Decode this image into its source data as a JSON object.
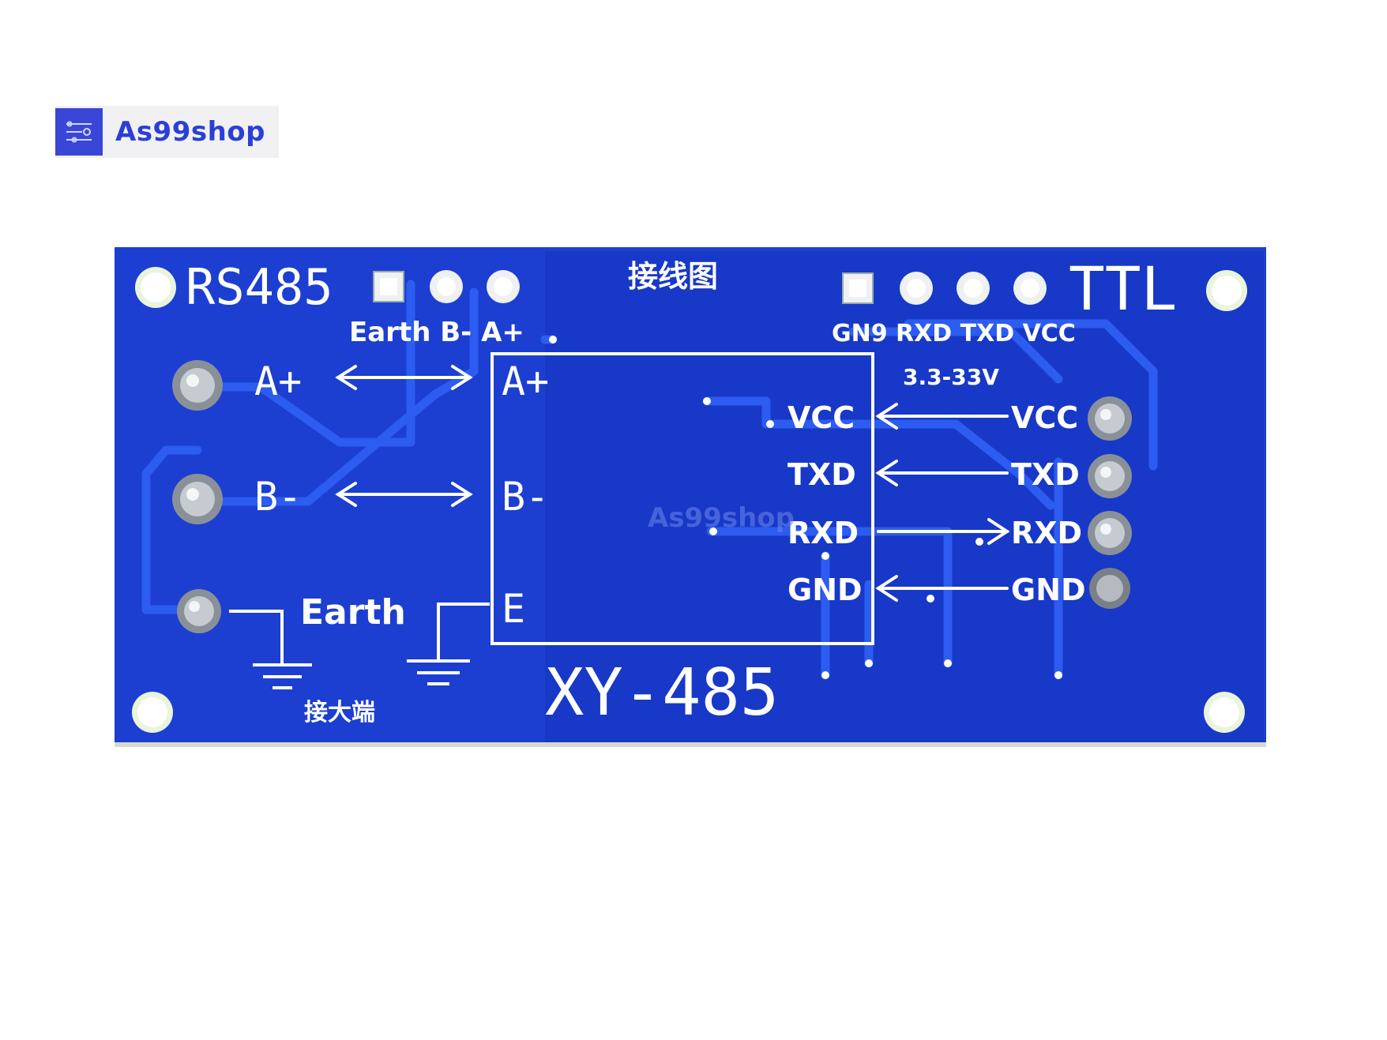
{
  "logo": {
    "text": "As99shop",
    "icon": "circuit-icon"
  },
  "colors": {
    "pcb": "#1c3fd1",
    "pcb_dark": "#1532b8",
    "trace": "#2a55ea",
    "silk": "#ffffff",
    "brand": "#2b3fd6"
  },
  "board": {
    "rs485_label": "RS485",
    "ttl_label": "TTL",
    "wiring_title": "接线图",
    "left_header": "Earth B- A+",
    "right_header": "GN9 RXD TXD VCC",
    "voltage": "3.3-33V",
    "model": "XY-485",
    "bottom_note": "接大端",
    "watermark": "As99shop",
    "terminals_left": [
      "A+",
      "B-",
      "Earth"
    ],
    "box_left": [
      "A+",
      "B-",
      "E"
    ],
    "box_right": [
      "VCC",
      "TXD",
      "RXD",
      "GND"
    ],
    "pins_right": [
      "VCC",
      "TXD",
      "RXD",
      "GND"
    ]
  }
}
